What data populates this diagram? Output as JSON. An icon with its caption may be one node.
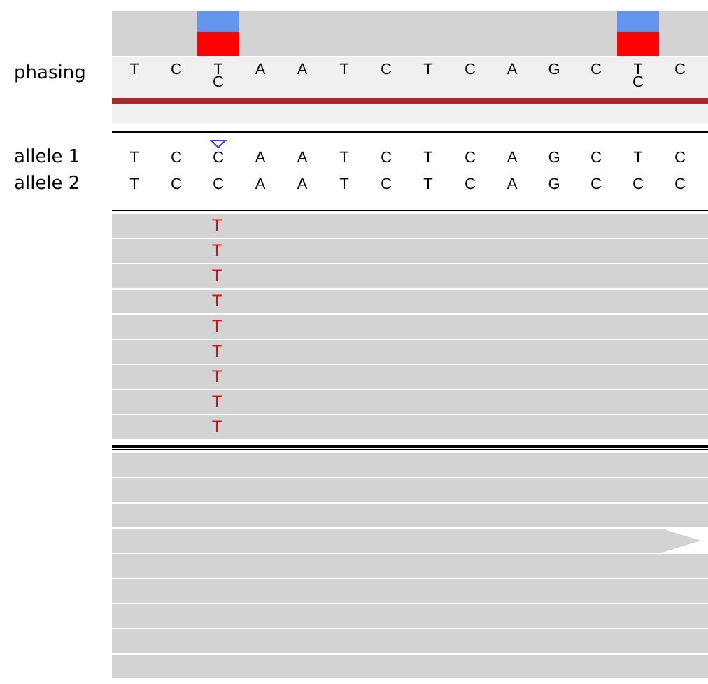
{
  "diagram": {
    "nodes": [
      {
        "text": [
          "T"
        ]
      },
      {
        "text": [
          "T"
        ]
      },
      {
        "text": [
          "T"
        ]
      },
      {
        "text": [
          "T"
        ]
      },
      {
        "text": [
          "T"
        ]
      },
      {
        "text": [
          "T"
        ]
      },
      {
        "text": [
          "T"
        ]
      },
      {
        "text": [
          "T"
        ]
      },
      {
        "text": [
          "T"
        ]
      },
      {
        "text": [],
        "shape": "bar"
      },
      {
        "text": [],
        "shape": "bar"
      },
      {
        "text": [],
        "shape": "bar"
      },
      {
        "text": [],
        "shape": "bar"
      },
      {
        "text": [],
        "shape": "bar"
      },
      {
        "text": [],
        "shape": "bar"
      },
      {
        "text": [],
        "shape": "bar"
      },
      {
        "text": [],
        "shape": "bar"
      },
      {
        "text": [],
        "shape": "bar"
      }
    ],
    "edges": [],
    "labels": [
      "phasing",
      "T",
      "C",
      "T",
      "C",
      "A",
      "A",
      "T",
      "C",
      "T",
      "C",
      "A",
      "G",
      "C",
      "T",
      "C",
      "C",
      "allele 1",
      "T",
      "C",
      "C",
      "A",
      "A",
      "T",
      "C",
      "T",
      "C",
      "A",
      "G",
      "C",
      "T",
      "C",
      "allele 2",
      "T",
      "C",
      "C",
      "A",
      "A",
      "T",
      "C",
      "T",
      "C",
      "A",
      "G",
      "C",
      "C",
      "C"
    ]
  }
}
